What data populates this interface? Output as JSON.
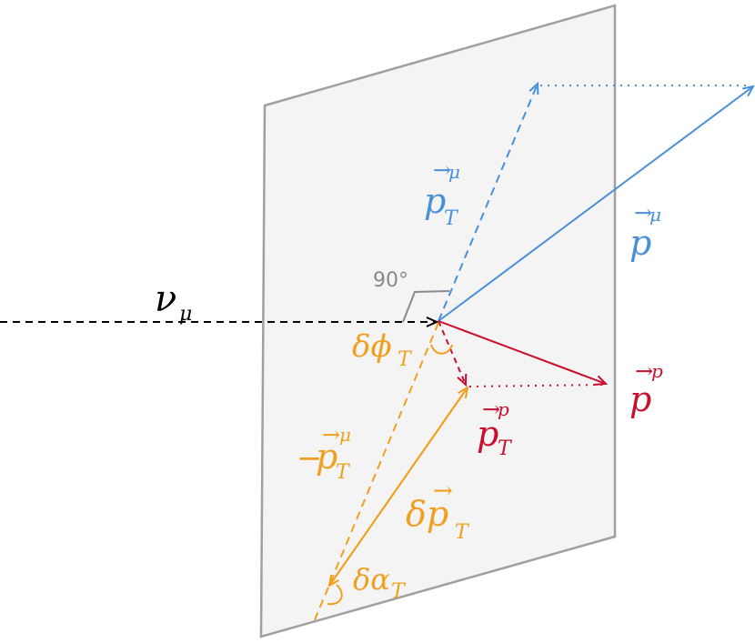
{
  "colors": {
    "muon": "#4a90d9",
    "proton": "#c8102e",
    "transverse": "#f0a020",
    "neutrino": "#000000",
    "plane_fill": "#f4f4f4",
    "plane_stroke": "#a0a0a0",
    "right_angle": "#8a8a8a"
  },
  "labels": {
    "neutrino": {
      "main": "ν",
      "sub": "μ"
    },
    "right_angle": "90°",
    "muon_transverse": {
      "main": "p",
      "sup": "μ",
      "sub": "T",
      "arrow": "→"
    },
    "muon_momentum": {
      "main": "p",
      "sup": "μ",
      "arrow": "→"
    },
    "proton_momentum": {
      "main": "p",
      "sup": "p",
      "arrow": "→"
    },
    "proton_transverse": {
      "main": "p",
      "sup": "p",
      "sub": "T",
      "arrow": "→"
    },
    "neg_muon_transverse": {
      "prefix": "−",
      "main": "p",
      "sup": "μ",
      "sub": "T",
      "arrow": "→"
    },
    "delta_phi": {
      "main": "δϕ",
      "sub": "T"
    },
    "delta_pt": {
      "main": "δp",
      "sub": "T",
      "arrow": "→"
    },
    "delta_alpha": {
      "main": "δα",
      "sub": "T"
    }
  }
}
